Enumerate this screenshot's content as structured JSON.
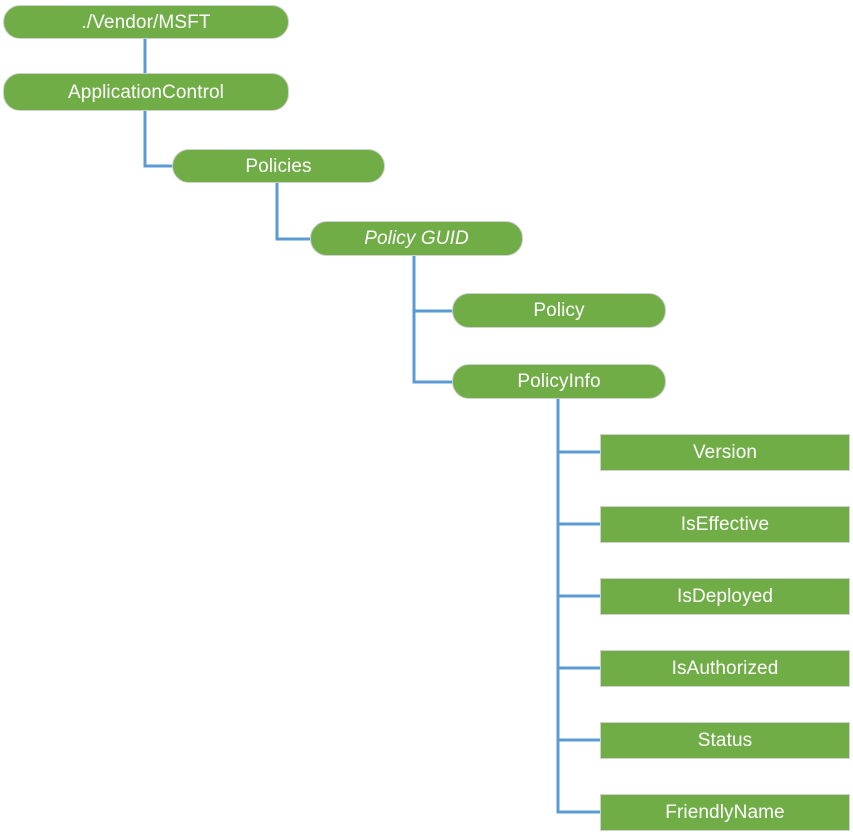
{
  "diagram": {
    "title": "ApplicationControl CSP node tree",
    "type": "tree",
    "colors": {
      "node_fill": "#70AD47",
      "node_text": "#FFFFFF",
      "node_border": "#D0D0D0",
      "connector": "#5B9BD5",
      "background": "#FFFFFF"
    },
    "nodes": [
      {
        "id": "vendor-msft",
        "label": "./Vendor/MSFT",
        "shape": "rounded",
        "italic": false,
        "level": 0
      },
      {
        "id": "app-control",
        "label": "ApplicationControl",
        "shape": "rounded",
        "italic": false,
        "level": 1
      },
      {
        "id": "policies",
        "label": "Policies",
        "shape": "rounded",
        "italic": false,
        "level": 2
      },
      {
        "id": "policy-guid",
        "label": "Policy GUID",
        "shape": "rounded",
        "italic": true,
        "level": 3
      },
      {
        "id": "policy",
        "label": "Policy",
        "shape": "rounded",
        "italic": false,
        "level": 4
      },
      {
        "id": "policy-info",
        "label": "PolicyInfo",
        "shape": "rounded",
        "italic": false,
        "level": 4
      },
      {
        "id": "version",
        "label": "Version",
        "shape": "rect",
        "italic": false,
        "level": 5
      },
      {
        "id": "is-effective",
        "label": "IsEffective",
        "shape": "rect",
        "italic": false,
        "level": 5
      },
      {
        "id": "is-deployed",
        "label": "IsDeployed",
        "shape": "rect",
        "italic": false,
        "level": 5
      },
      {
        "id": "is-authorized",
        "label": "IsAuthorized",
        "shape": "rect",
        "italic": false,
        "level": 5
      },
      {
        "id": "status",
        "label": "Status",
        "shape": "rect",
        "italic": false,
        "level": 5
      },
      {
        "id": "friendly-name",
        "label": "FriendlyName",
        "shape": "rect",
        "italic": false,
        "level": 5
      }
    ],
    "edges": [
      {
        "from": "vendor-msft",
        "to": "app-control"
      },
      {
        "from": "app-control",
        "to": "policies"
      },
      {
        "from": "policies",
        "to": "policy-guid"
      },
      {
        "from": "policy-guid",
        "to": "policy"
      },
      {
        "from": "policy-guid",
        "to": "policy-info"
      },
      {
        "from": "policy-info",
        "to": "version"
      },
      {
        "from": "policy-info",
        "to": "is-effective"
      },
      {
        "from": "policy-info",
        "to": "is-deployed"
      },
      {
        "from": "policy-info",
        "to": "is-authorized"
      },
      {
        "from": "policy-info",
        "to": "status"
      },
      {
        "from": "policy-info",
        "to": "friendly-name"
      }
    ]
  }
}
